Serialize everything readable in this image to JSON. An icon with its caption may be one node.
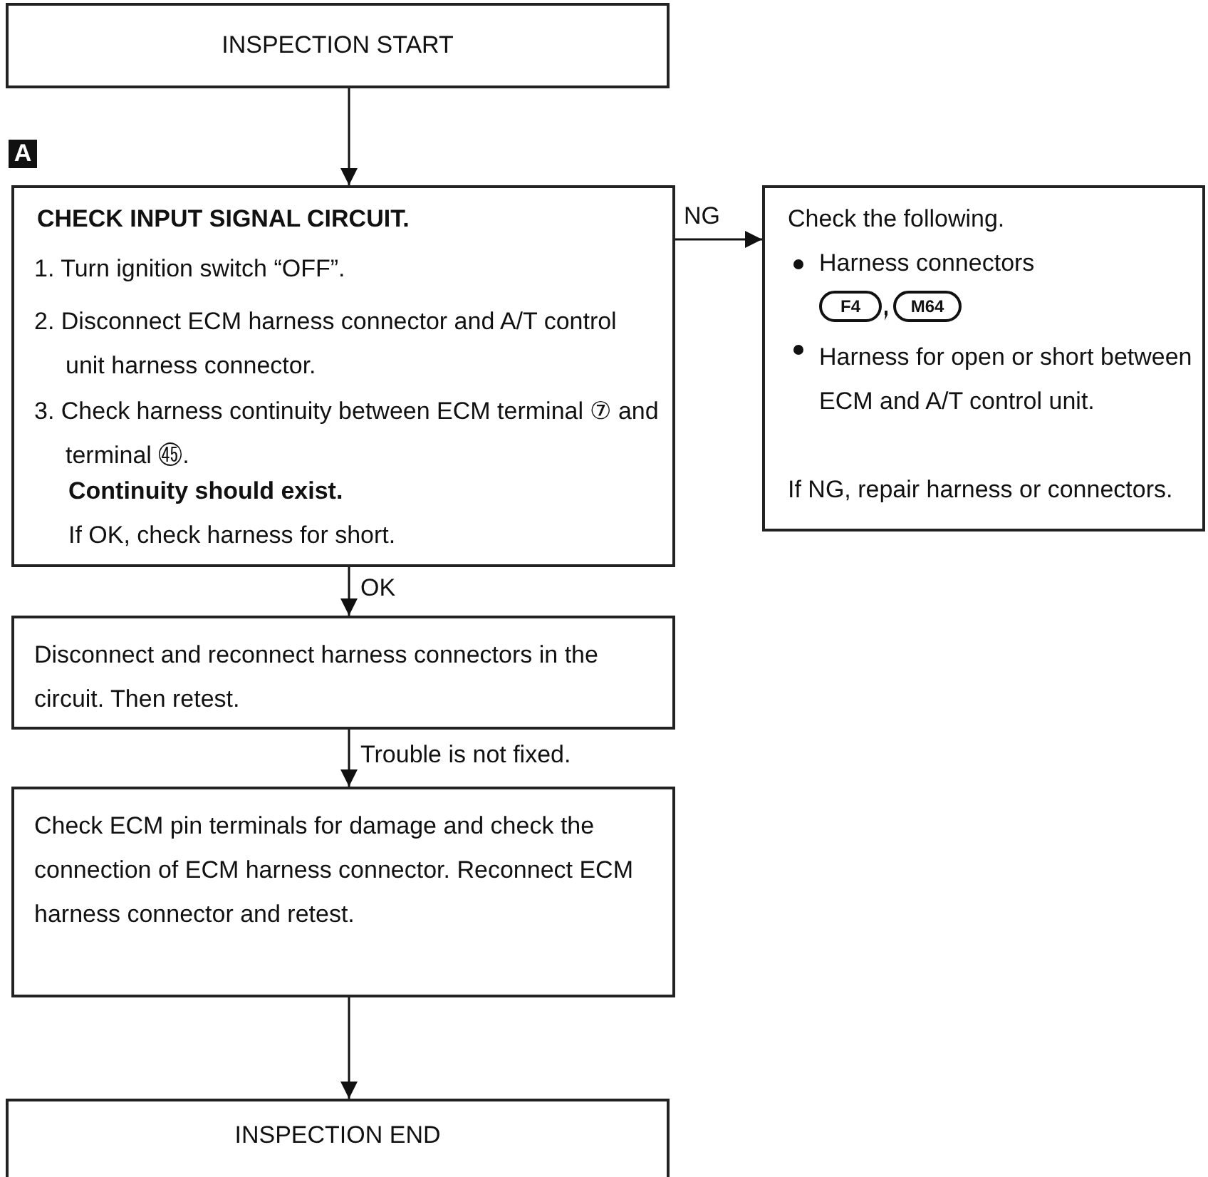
{
  "diagram": {
    "nodes": [
      {
        "text": [
          "INSPECTION START"
        ]
      },
      {
        "text": [
          "CHECK INPUT SIGNAL CIRCUIT.",
          "1. Turn ignition switch “OFF”.",
          "2. Disconnect ECM harness connector and A/T control unit harness connector.",
          "3. Check harness continuity between ECM terminal ⑦ and terminal ㊺.",
          "Continuity should exist.",
          "If OK, check harness for short."
        ],
        "beside": [
          "A"
        ]
      },
      {
        "text": [
          "Check the following.",
          "Harness connectors",
          "F4",
          "M64",
          "Harness for open or short between ECM and A/T control unit.",
          "If NG, repair harness or connectors."
        ]
      },
      {
        "text": [
          "Disconnect and reconnect harness connectors in the circuit. Then retest."
        ]
      },
      {
        "text": [
          "Check ECM pin terminals for damage and check the connection of ECM harness connector. Reconnect ECM harness connector and retest."
        ]
      },
      {
        "text": [
          "INSPECTION END"
        ]
      }
    ],
    "edges": [
      {
        "from": 0,
        "to": 1,
        "arrow": "to"
      },
      {
        "from": 1,
        "to": 2,
        "arrow": "to",
        "label": "NG"
      },
      {
        "from": 1,
        "to": 3,
        "arrow": "to",
        "label": "OK"
      },
      {
        "from": 3,
        "to": 4,
        "arrow": "to",
        "label": "Trouble is not fixed."
      },
      {
        "from": 4,
        "to": 5,
        "arrow": "to"
      }
    ]
  }
}
